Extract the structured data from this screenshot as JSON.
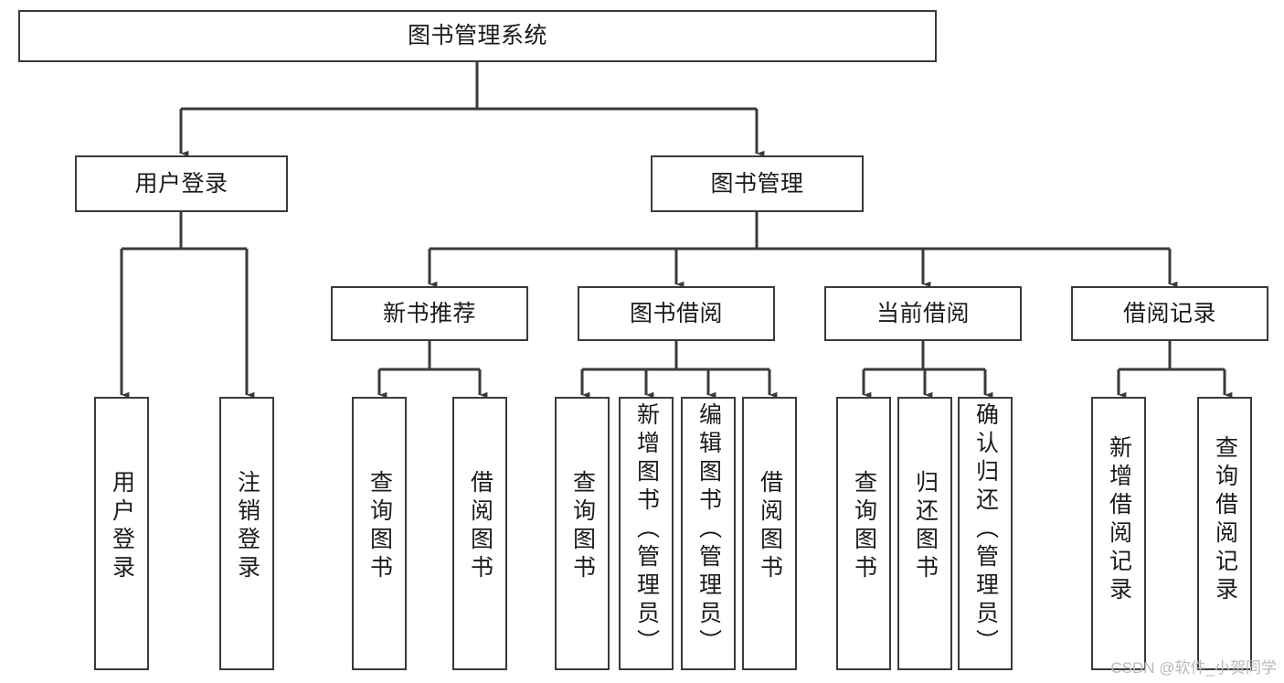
{
  "diagram": {
    "title": "图书管理系统",
    "type": "tree-hierarchy-chart",
    "colors": {
      "box_border": "#3a3a3a",
      "box_fill": "#ffffff",
      "edge": "#3a3a3a",
      "text": "#1b1b1b",
      "watermark": "#b9b9b9"
    },
    "nodes": {
      "root": {
        "label": "图书管理系统"
      },
      "level2": [
        {
          "id": "user-login",
          "label": "用户登录"
        },
        {
          "id": "book-management",
          "label": "图书管理"
        }
      ],
      "level3": [
        {
          "id": "new-book-recommend",
          "label": "新书推荐"
        },
        {
          "id": "book-borrow",
          "label": "图书借阅"
        },
        {
          "id": "current-borrow",
          "label": "当前借阅"
        },
        {
          "id": "borrow-record",
          "label": "借阅记录"
        }
      ],
      "leaves": {
        "user-login": [
          {
            "id": "leaf-user-login",
            "label": "用户登录"
          },
          {
            "id": "leaf-logout-login",
            "label": "注销登录"
          }
        ],
        "new-book-recommend": [
          {
            "id": "leaf-query-book-1",
            "label": "查询图书"
          },
          {
            "id": "leaf-borrow-book-1",
            "label": "借阅图书"
          }
        ],
        "book-borrow": [
          {
            "id": "leaf-query-book-2",
            "label": "查询图书"
          },
          {
            "id": "leaf-add-book",
            "label": "新增图书（管理员）"
          },
          {
            "id": "leaf-edit-book",
            "label": "编辑图书（管理员）"
          },
          {
            "id": "leaf-borrow-book-2",
            "label": "借阅图书"
          }
        ],
        "current-borrow": [
          {
            "id": "leaf-query-book-3",
            "label": "查询图书"
          },
          {
            "id": "leaf-return-book",
            "label": "归还图书"
          },
          {
            "id": "leaf-confirm-return",
            "label": "确认归还（管理员）"
          }
        ],
        "borrow-record": [
          {
            "id": "leaf-add-record",
            "label": "新增借阅记录"
          },
          {
            "id": "leaf-query-record",
            "label": "查询借阅记录"
          }
        ]
      }
    },
    "watermark": "CSDN @软件_小贺同学"
  }
}
